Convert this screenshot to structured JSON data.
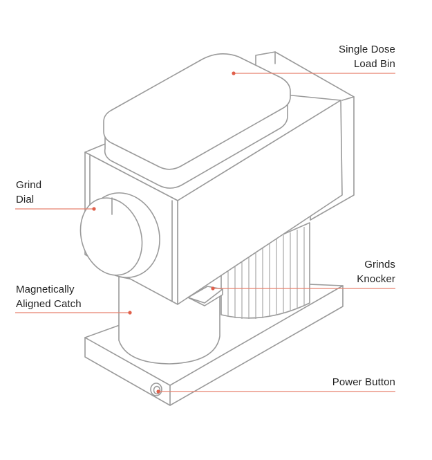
{
  "labels": {
    "load_bin": {
      "line1": "Single Dose",
      "line2": "Load Bin"
    },
    "grind_dial": {
      "line1": "Grind",
      "line2": "Dial"
    },
    "grinds_knocker": {
      "line1": "Grinds",
      "line2": "Knocker"
    },
    "magnetic_catch": {
      "line1": "Magnetically",
      "line2": "Aligned Catch"
    },
    "power_button": {
      "line1": "Power Button"
    }
  },
  "colors": {
    "outline": "#9a9a9a",
    "leader": "#e8816e",
    "dot": "#e05f4a",
    "text": "#1f1f1f",
    "background": "#ffffff"
  }
}
